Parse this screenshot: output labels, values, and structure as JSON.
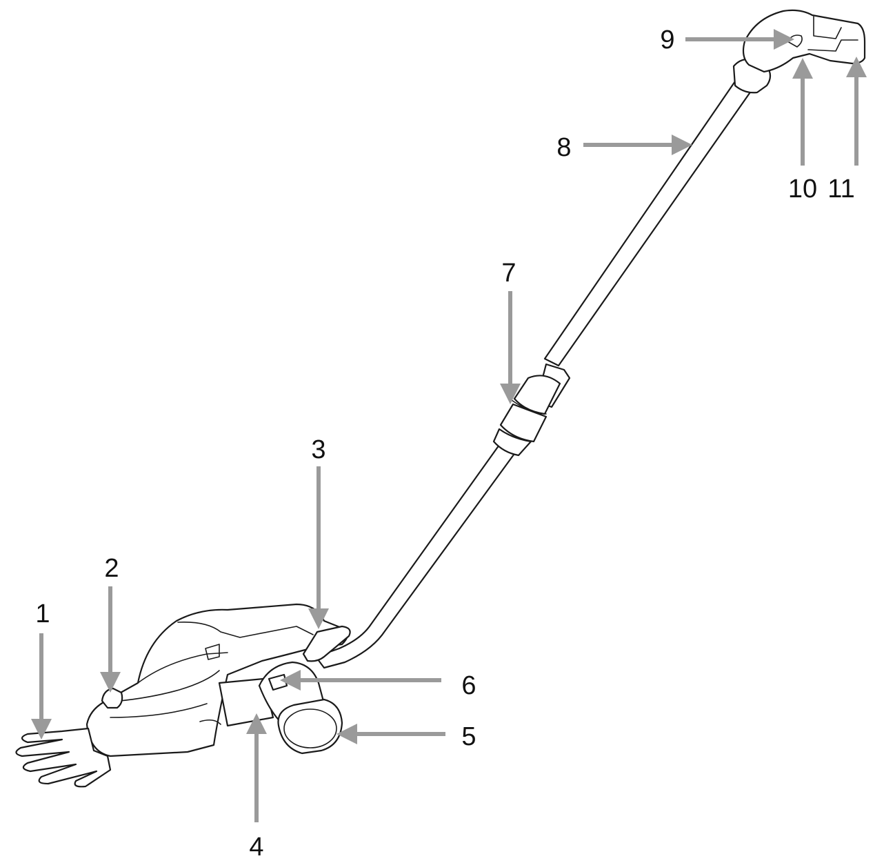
{
  "colors": {
    "arrow": "#9a9a9a",
    "outline": "#1a1a1a",
    "background": "#ffffff"
  },
  "callouts": [
    {
      "id": "1",
      "label": "1"
    },
    {
      "id": "2",
      "label": "2"
    },
    {
      "id": "3",
      "label": "3"
    },
    {
      "id": "4",
      "label": "4"
    },
    {
      "id": "5",
      "label": "5"
    },
    {
      "id": "6",
      "label": "6"
    },
    {
      "id": "7",
      "label": "7"
    },
    {
      "id": "8",
      "label": "8"
    },
    {
      "id": "9",
      "label": "9"
    },
    {
      "id": "10",
      "label": "10"
    },
    {
      "id": "11",
      "label": "11"
    }
  ]
}
